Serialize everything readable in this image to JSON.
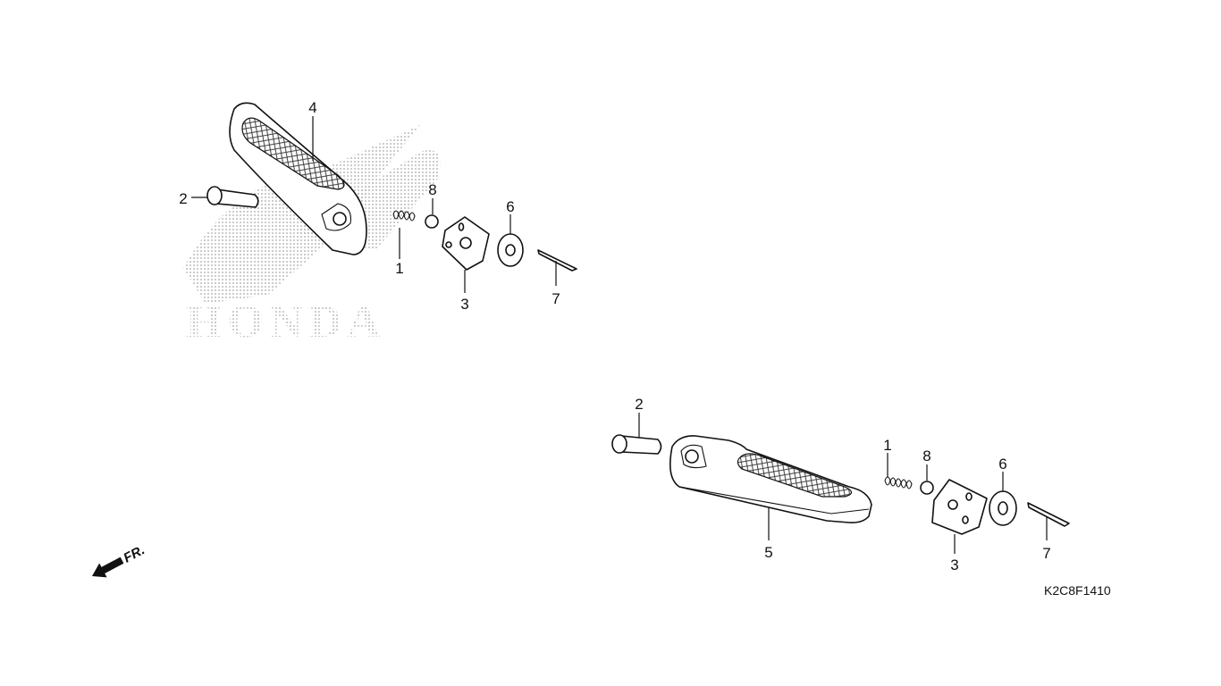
{
  "diagram": {
    "code": "K2C8F1410",
    "watermark": "HONDA",
    "direction_label": "FR.",
    "colors": {
      "line": "#111111",
      "watermark": "#b0b0b0",
      "background": "#ffffff"
    },
    "upper_assembly": {
      "callouts": [
        "4",
        "2",
        "8",
        "1",
        "6",
        "3",
        "7"
      ]
    },
    "lower_assembly": {
      "callouts": [
        "2",
        "1",
        "8",
        "6",
        "5",
        "3",
        "7"
      ]
    }
  }
}
